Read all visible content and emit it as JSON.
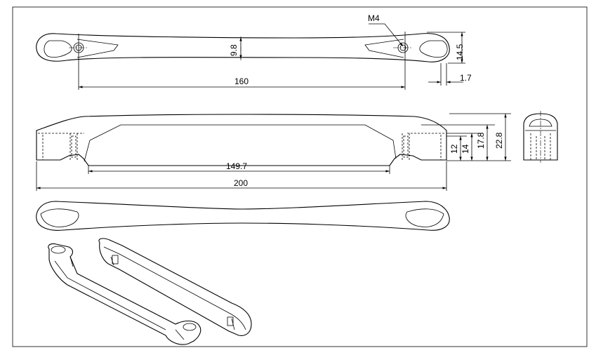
{
  "labels": {
    "thread": "M4",
    "top_height": "9.8",
    "end_height": "14.5",
    "hole_spacing": "160",
    "end_offset": "1.7",
    "inner_length": "149.7",
    "total_length": "200",
    "h12": "12",
    "h14": "14",
    "h17": "17.8",
    "h22": "22.8"
  },
  "colors": {
    "line": "#000000",
    "background": "#ffffff"
  }
}
